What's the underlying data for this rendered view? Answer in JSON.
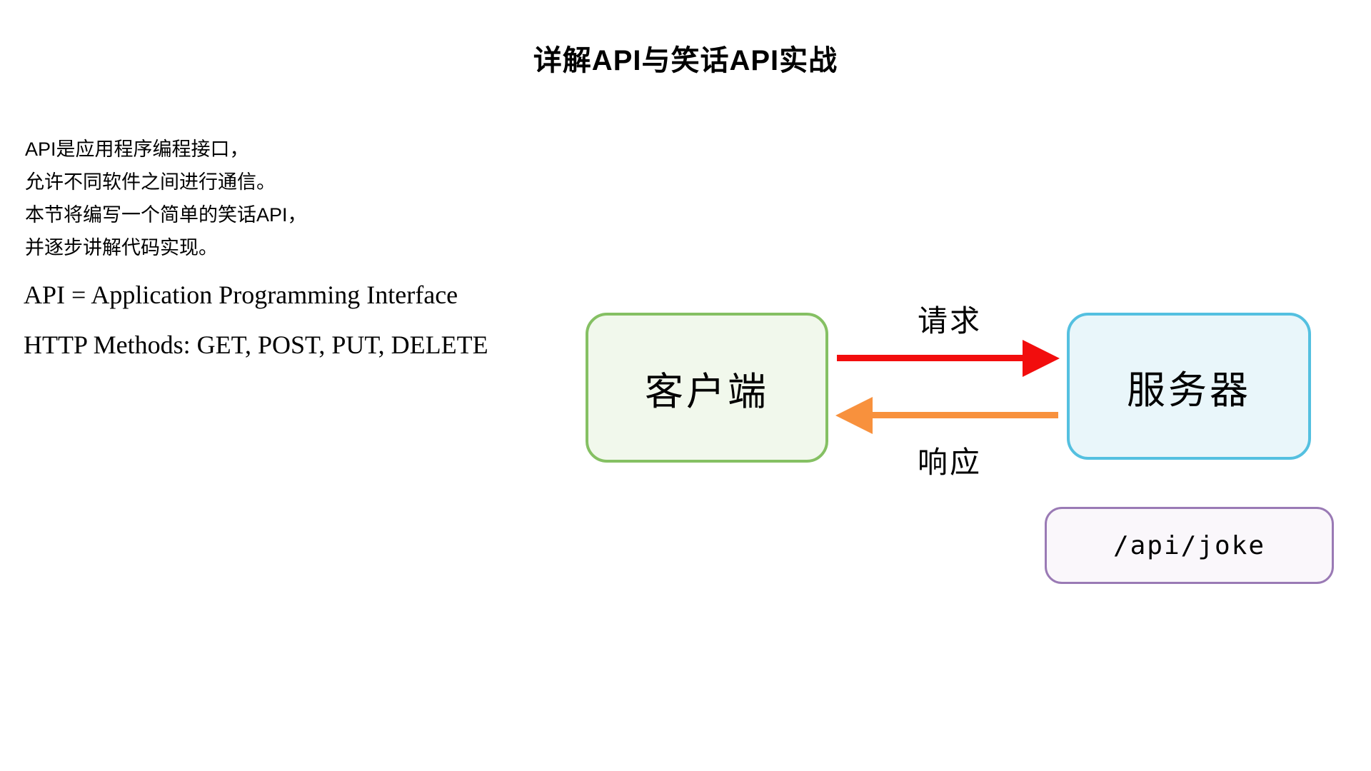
{
  "title": "详解API与笑话API实战",
  "intro": {
    "lines": [
      "API是应用程序编程接口，",
      "允许不同软件之间进行通信。",
      "本节将编写一个简单的笑话API，",
      "并逐步讲解代码实现。"
    ]
  },
  "notes": {
    "definition": "API = Application Programming Interface",
    "http_methods": "HTTP Methods: GET, POST, PUT, DELETE"
  },
  "diagram": {
    "client_label": "客户端",
    "server_label": "服务器",
    "request_label": "请求",
    "response_label": "响应",
    "endpoint_label": "/api/joke"
  },
  "theme": {
    "background": "#ffffff",
    "text": "#000000",
    "client-border": "#85c063",
    "client-fill": "#f1f8ec",
    "server-border": "#54c0e0",
    "server-fill": "#e9f6fa",
    "endpoint-border": "#9a7ab5",
    "endpoint-fill": "#faf7fb",
    "request-arrow": "#f20d0d",
    "response-arrow": "#f8913d"
  }
}
